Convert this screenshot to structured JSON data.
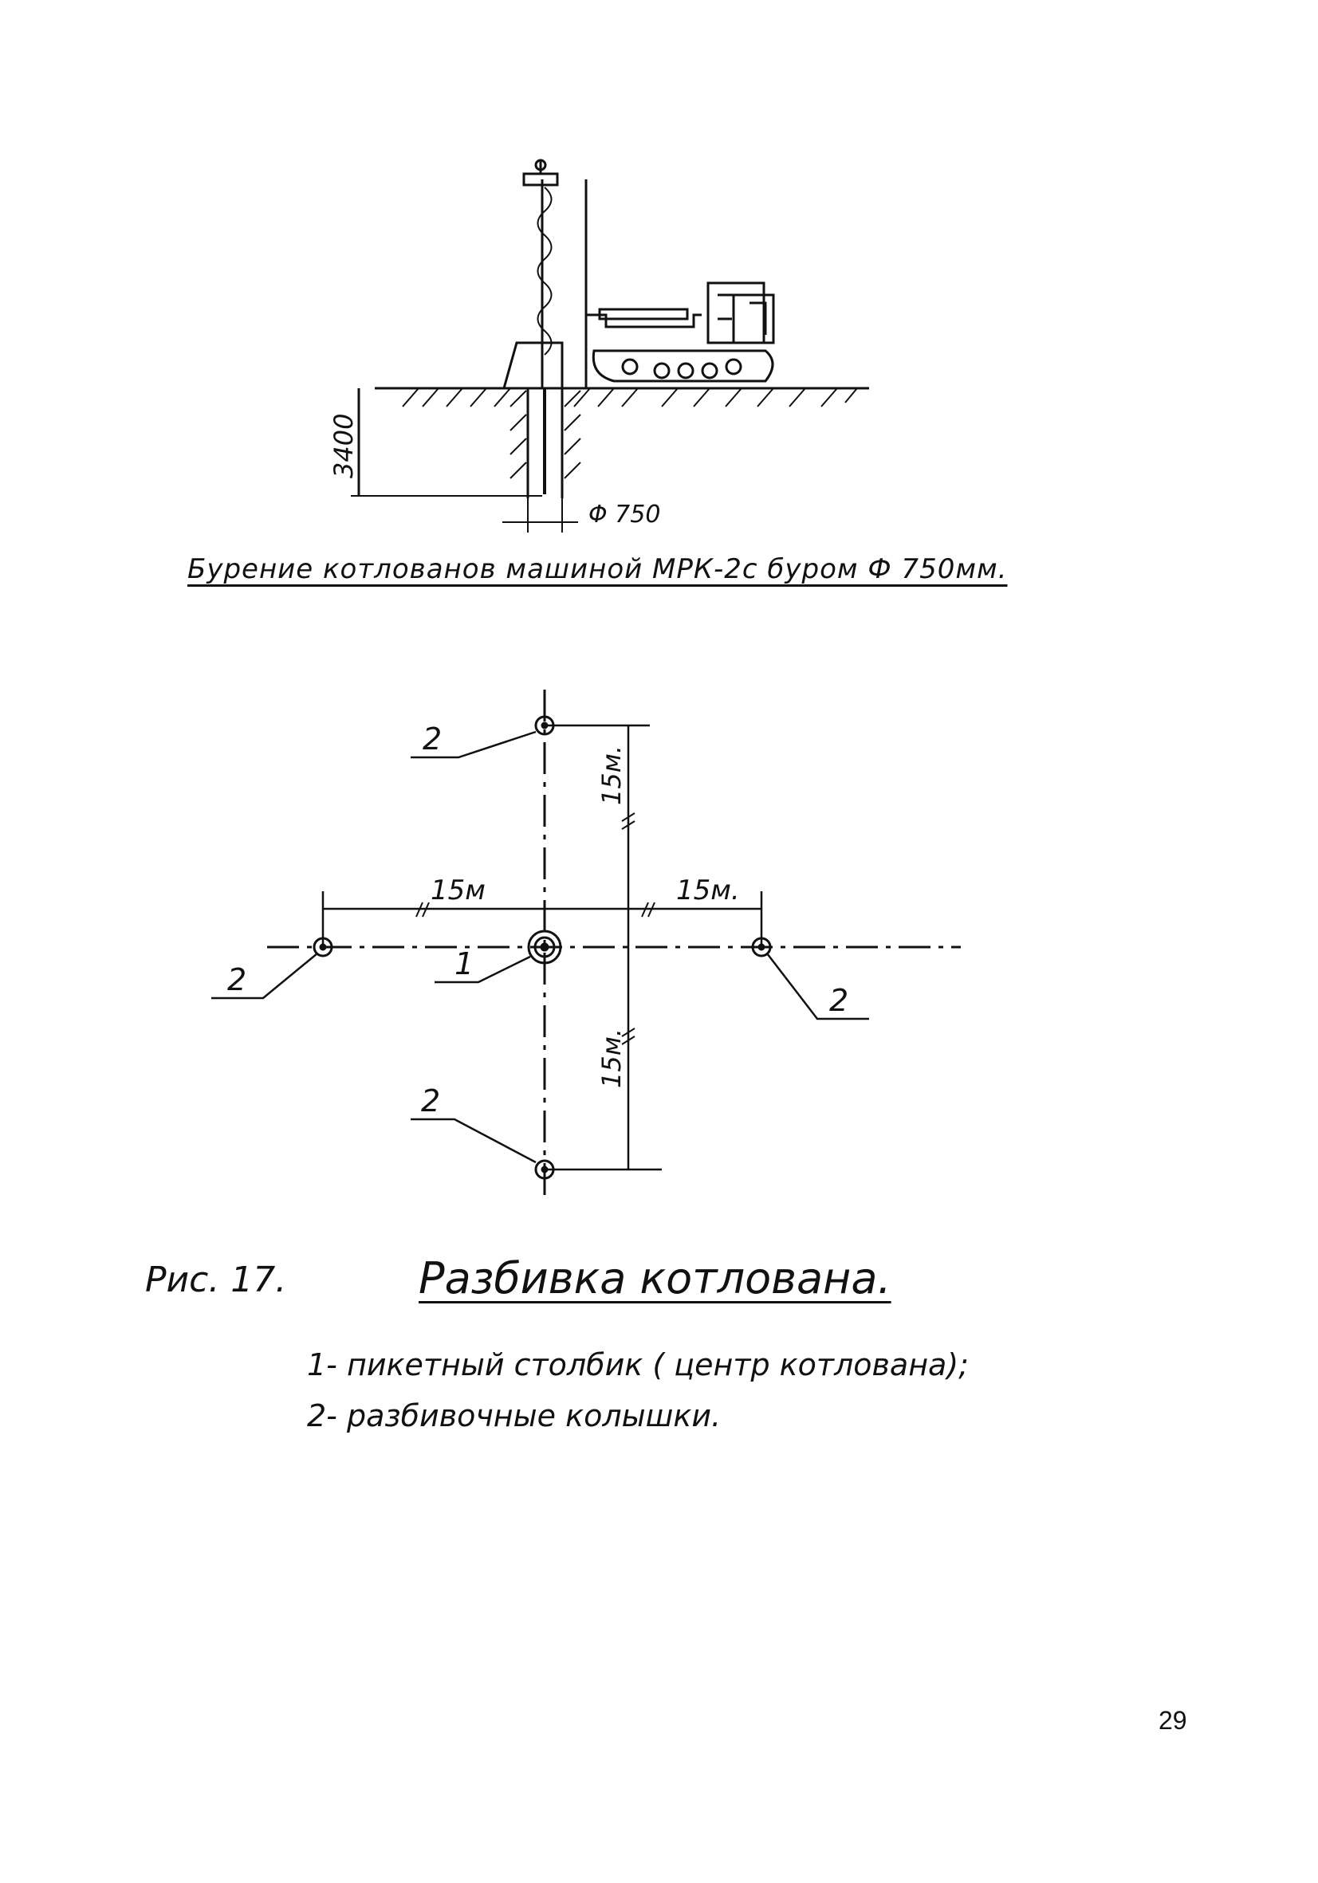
{
  "top_figure": {
    "depth_label": "3400",
    "diameter_label": "Φ 750",
    "caption": "Бурение котлованов машиной МРК-2с буром Ф 750мм."
  },
  "layout_figure": {
    "center_marker": "1",
    "stake_marker": "2",
    "dim_left": "15м",
    "dim_right": "15м.",
    "dim_up": "15м.",
    "dim_down": "15м."
  },
  "figure": {
    "label": "Рис. 17.",
    "title": "Разбивка котлована."
  },
  "legend": [
    "1- пикетный столбик ( центр котлована);",
    "2- разбивочные колышки."
  ],
  "page_number": "29"
}
